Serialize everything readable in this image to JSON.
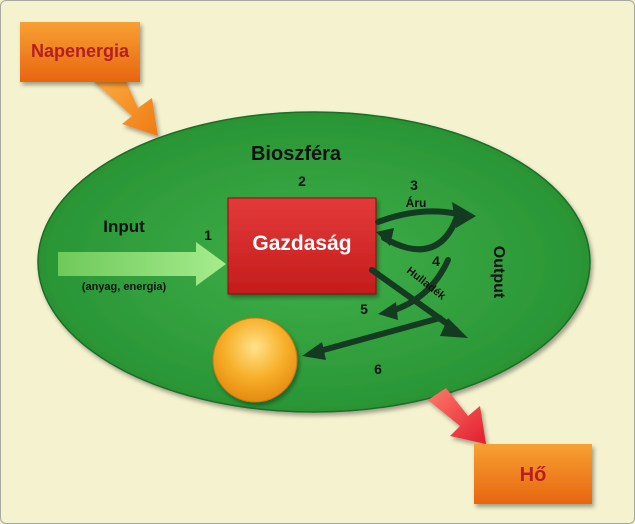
{
  "diagram": {
    "napenergia": "Napenergia",
    "ho": "Hő",
    "bioszfera": "Bioszféra",
    "gazdasag": "Gazdaság",
    "input": "Input",
    "input_sub": "(anyag, energia)",
    "output": "Output",
    "aru": "Áru",
    "hulladek": "Hulladék",
    "n1": "1",
    "n2": "2",
    "n3": "3",
    "n4": "4",
    "n5": "5",
    "n6": "6"
  },
  "colors": {
    "background": "#f5f2cf",
    "biosphere": "#2e9e3a",
    "economy": "#d62828",
    "orange_box": "#f07a1a",
    "box_text": "#b51f1f",
    "arrow_dark": "#143a22",
    "input_arrow": "#8ee07a",
    "sun": "#f4a41c"
  }
}
